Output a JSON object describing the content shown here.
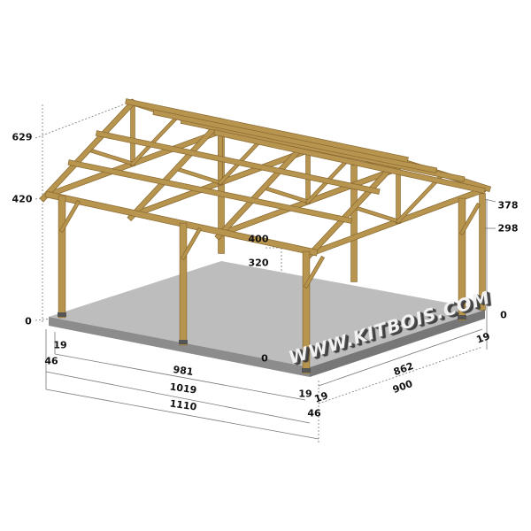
{
  "watermark": "WWW.KITBOIS.COM",
  "colors": {
    "timber": "#b8954f",
    "timber_dark": "#8a6a32",
    "slab_top": "#bdbdbd",
    "slab_side": "#8c8c8c",
    "dimension_line": "#777777"
  },
  "dimensions": {
    "height_left_top": "629",
    "height_left_eave": "420",
    "height_left_zero": "0",
    "height_right_top": "378",
    "height_right_eave": "298",
    "height_right_zero": "0",
    "height_mid_top": "400",
    "height_mid_eave": "320",
    "height_mid_zero": "0",
    "left_inset_small": "19",
    "left_inset_large": "46",
    "length_inner": "981",
    "length_posts": "1019",
    "length_total": "1110",
    "front_corner_inset_a": "19",
    "front_corner_inset_b": "19",
    "front_corner_inset_c": "46",
    "width_inner": "862",
    "width_total": "900",
    "right_inset_small": "19"
  }
}
